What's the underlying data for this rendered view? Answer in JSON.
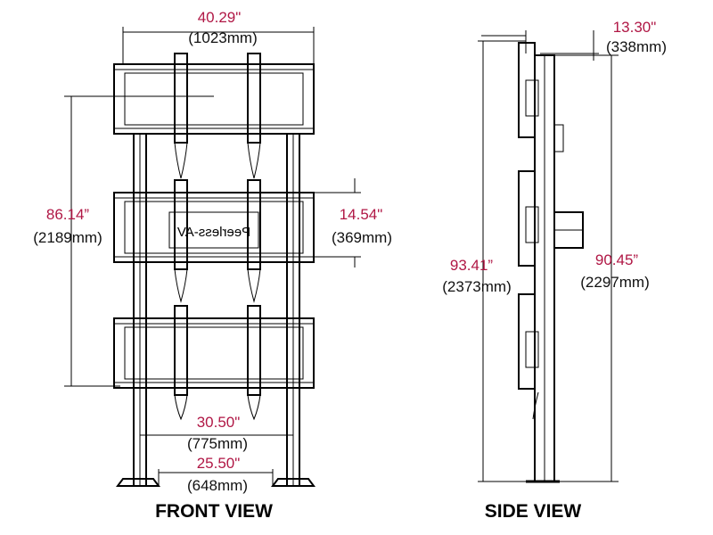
{
  "front_view": {
    "title": "FRONT VIEW",
    "brand": "Peerless-AV",
    "dims": {
      "overall_width": {
        "value": "40.29\"",
        "metric": "(1023mm)"
      },
      "height": {
        "value": "86.14”",
        "metric": "(2189mm)"
      },
      "panel_spacing": {
        "value": "14.54\"",
        "metric": "(369mm)"
      },
      "upright_spacing": {
        "value": "30.50\"",
        "metric": "(775mm)"
      },
      "base_width": {
        "value": "25.50\"",
        "metric": "(648mm)"
      }
    }
  },
  "side_view": {
    "title": "SIDE VIEW",
    "dims": {
      "depth": {
        "value": "13.30\"",
        "metric": "(338mm)"
      },
      "overall_height": {
        "value": "93.41”",
        "metric": "(2373mm)"
      },
      "upright_height": {
        "value": "90.45”",
        "metric": "(2297mm)"
      }
    }
  }
}
